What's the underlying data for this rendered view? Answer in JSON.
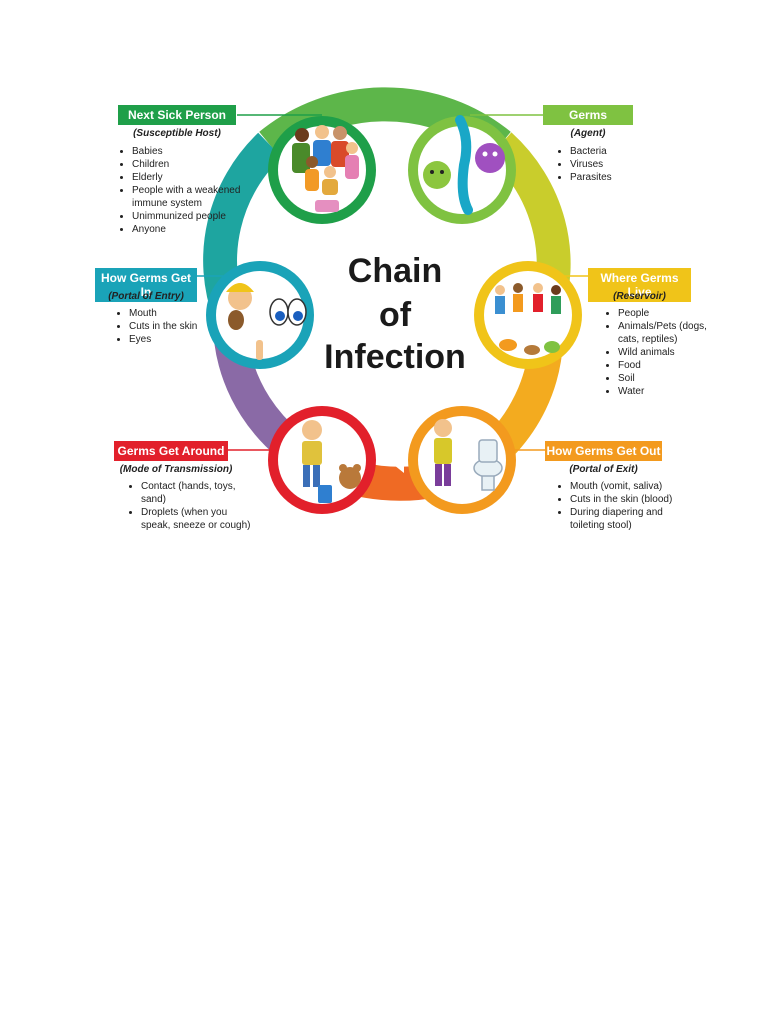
{
  "title": [
    "Chain",
    "of",
    "Infection"
  ],
  "segments": [
    {
      "key": "next_sick_person",
      "label": "Next Sick Person",
      "subtitle": "(Susceptible Host)",
      "color": "#1f9f49",
      "items": [
        "Babies",
        "Children",
        "Elderly",
        "People with a weakened immune system",
        "Unimmunized people",
        "Anyone"
      ]
    },
    {
      "key": "germs",
      "label": "Germs",
      "subtitle": "(Agent)",
      "color": "#7fc241",
      "items": [
        "Bacteria",
        "Viruses",
        "Parasites"
      ]
    },
    {
      "key": "where_germs_live",
      "label": "Where Germs Live",
      "subtitle": "(Reservoir)",
      "color": "#f0c419",
      "items": [
        "People",
        "Animals/Pets (dogs, cats, reptiles)",
        "Wild animals",
        "Food",
        "Soil",
        "Water"
      ]
    },
    {
      "key": "how_germs_get_out",
      "label": "How Germs Get Out",
      "subtitle": "(Portal of Exit)",
      "color": "#f39a1e",
      "items": [
        "Mouth (vomit, saliva)",
        "Cuts in the skin (blood)",
        "During diapering and toileting stool)"
      ]
    },
    {
      "key": "germs_get_around",
      "label": "Germs Get Around",
      "subtitle": "(Mode of Transmission)",
      "color": "#e2202b",
      "items": [
        "Contact (hands, toys, sand)",
        "Droplets (when you speak, sneeze or cough)"
      ]
    },
    {
      "key": "how_germs_get_in",
      "label": "How Germs Get In",
      "subtitle": "(Portal of Entry)",
      "color": "#1aa3b8",
      "items": [
        "Mouth",
        "Cuts in the skin",
        "Eyes"
      ]
    }
  ]
}
